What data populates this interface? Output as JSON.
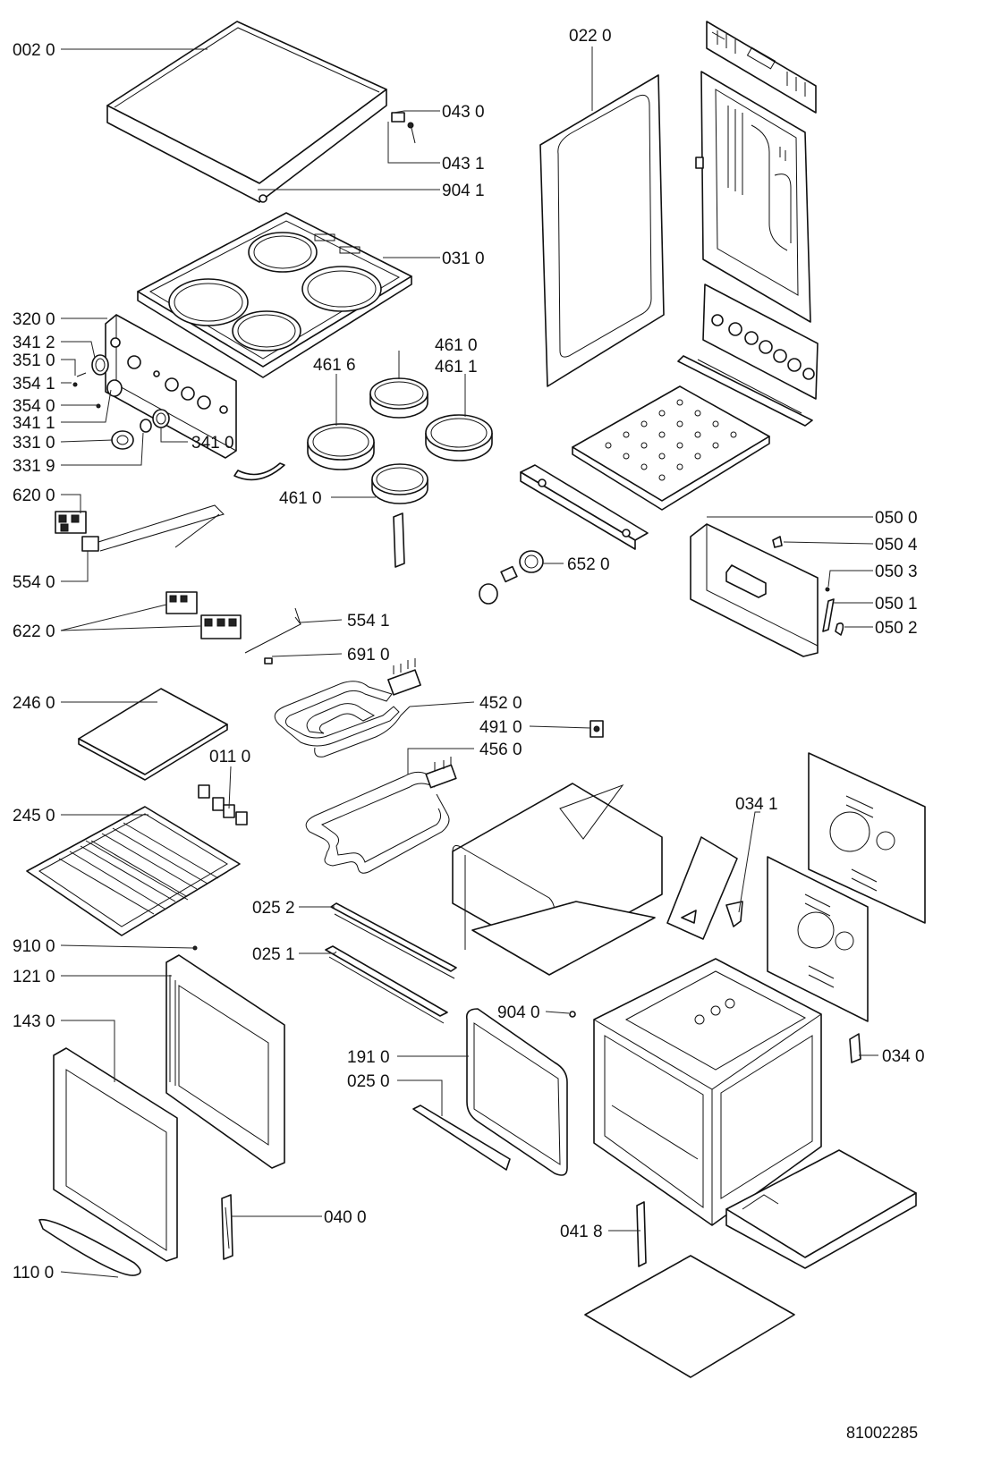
{
  "diagram": {
    "reference_number": "81002285",
    "labels": {
      "l0020": "002 0",
      "l0430": "043 0",
      "l0431": "043 1",
      "l9041": "904 1",
      "l0310": "031 0",
      "l0220": "022 0",
      "l3200": "320 0",
      "l3412": "341 2",
      "l3510": "351 0",
      "l3541": "354 1",
      "l3540": "354 0",
      "l3411": "341 1",
      "l3310": "331 0",
      "l3319": "331 9",
      "l3410": "341 0",
      "l4616": "461 6",
      "l4610a": "461 0",
      "l4611": "461 1",
      "l4610b": "461 0",
      "l6200": "620 0",
      "l5540": "554 0",
      "l6220": "622 0",
      "l5541": "554 1",
      "l6910": "691 0",
      "l6520": "652 0",
      "l0500": "050 0",
      "l0504": "050 4",
      "l0503": "050 3",
      "l0501": "050 1",
      "l0502": "050 2",
      "l2460": "246 0",
      "l4520": "452 0",
      "l4910": "491 0",
      "l4560": "456 0",
      "l0110": "011 0",
      "l2450": "245 0",
      "l0341": "034 1",
      "l0252": "025 2",
      "l0251": "025 1",
      "l9100": "910 0",
      "l1210": "121 0",
      "l1430": "143 0",
      "l9040": "904 0",
      "l1910": "191 0",
      "l0250": "025 0",
      "l0340": "034 0",
      "l0400": "040 0",
      "l0418": "041 8",
      "l1100": "110 0"
    }
  }
}
